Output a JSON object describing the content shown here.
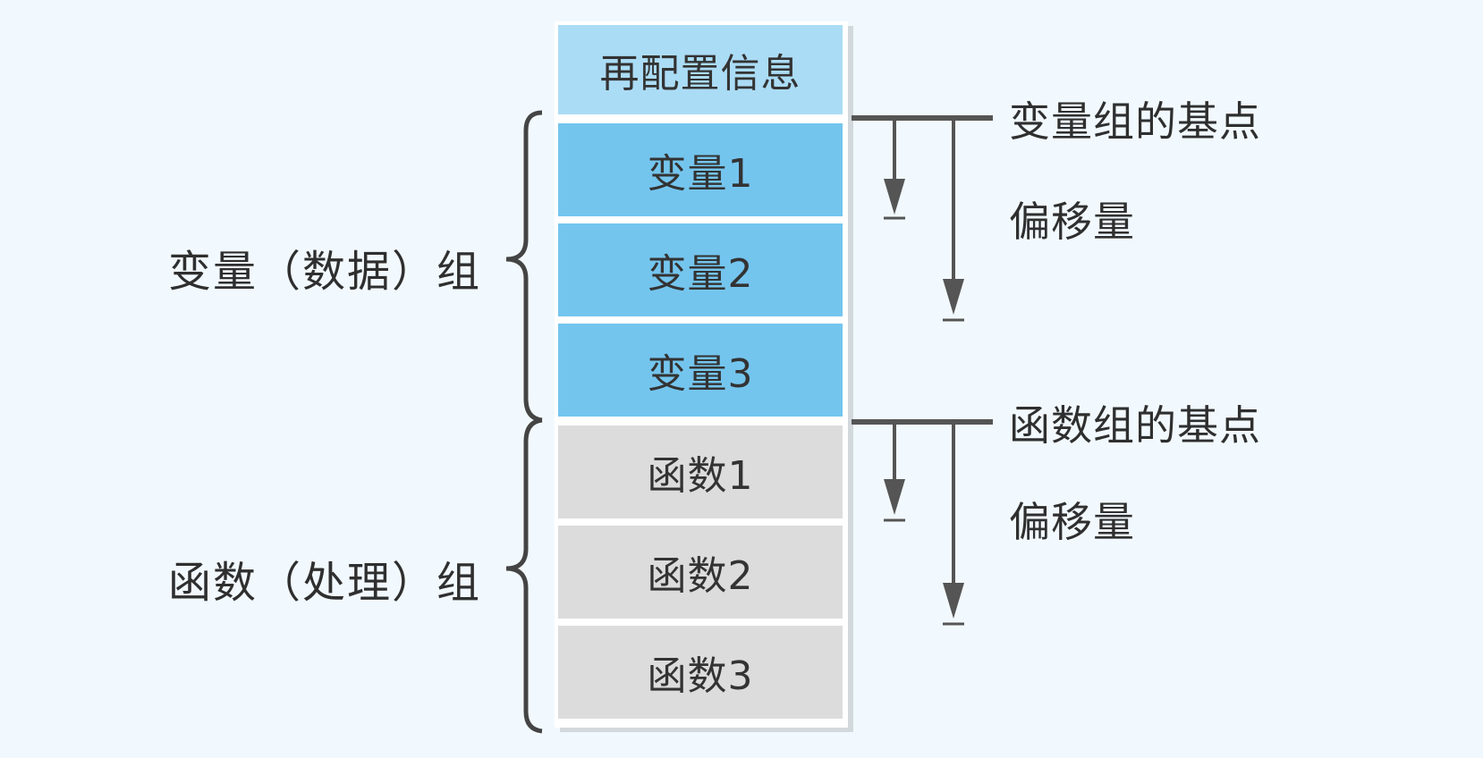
{
  "memory_block": {
    "header": "再配置信息",
    "variables": [
      "变量1",
      "变量2",
      "变量3"
    ],
    "functions": [
      "函数1",
      "函数2",
      "函数3"
    ]
  },
  "groups": {
    "variable_group_label": "变量（数据）组",
    "function_group_label": "函数（处理）组"
  },
  "annotations": {
    "variable_base": "变量组的基点",
    "variable_offset": "偏移量",
    "function_base": "函数组的基点",
    "function_offset": "偏移量"
  },
  "colors": {
    "header": "#abdcf5",
    "variable": "#74c5ee",
    "function": "#dcdcdc",
    "line": "#555555",
    "background": "#f2f9fe"
  }
}
